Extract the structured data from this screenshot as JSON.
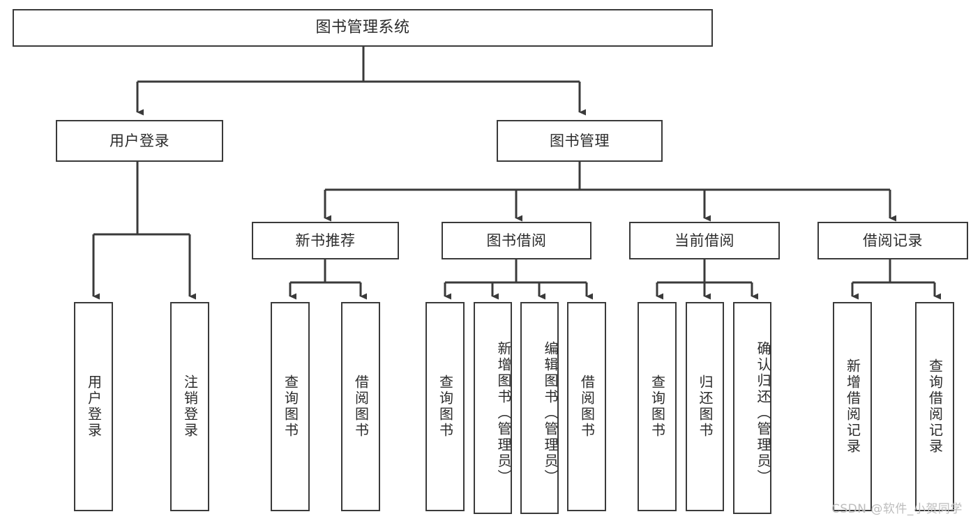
{
  "diagram": {
    "title": "图书管理系统",
    "type": "hierarchy-tree",
    "style": {
      "stroke": "#3a3a3a",
      "fill": "#ffffff",
      "text": "#2b2b2b",
      "watermark_color": "#bdbdbd"
    },
    "levels": {
      "root": "图书管理系统",
      "level1": [
        "用户登录",
        "图书管理"
      ],
      "level2": [
        "新书推荐",
        "图书借阅",
        "当前借阅",
        "借阅记录"
      ],
      "level3": [
        "用户登录",
        "注销登录",
        "查询图书",
        "借阅图书",
        "查询图书",
        "新增图书（管理员）",
        "编辑图书（管理员）",
        "借阅图书",
        "查询图书",
        "归还图书",
        "确认归还（管理员）",
        "新增借阅记录",
        "查询借阅记录"
      ]
    },
    "nodes": {
      "root": {
        "label": "图书管理系统"
      },
      "user_login": {
        "label": "用户登录"
      },
      "book_mgmt": {
        "label": "图书管理"
      },
      "new_book_rec": {
        "label": "新书推荐"
      },
      "book_borrow": {
        "label": "图书借阅"
      },
      "current_borrow": {
        "label": "当前借阅"
      },
      "borrow_record": {
        "label": "借阅记录"
      },
      "leaf_user_login": {
        "label": "用户登录"
      },
      "leaf_logout": {
        "label": "注销登录"
      },
      "leaf_query_book_1": {
        "label": "查询图书"
      },
      "leaf_borrow_book_1": {
        "label": "借阅图书"
      },
      "leaf_query_book_2": {
        "label": "查询图书"
      },
      "leaf_add_book": {
        "label": "新增图书（管理员）"
      },
      "leaf_edit_book": {
        "label": "编辑图书（管理员）"
      },
      "leaf_borrow_book_2": {
        "label": "借阅图书"
      },
      "leaf_query_book_3": {
        "label": "查询图书"
      },
      "leaf_return_book": {
        "label": "归还图书"
      },
      "leaf_confirm_return": {
        "label": "确认归还（管理员）"
      },
      "leaf_add_record": {
        "label": "新增借阅记录"
      },
      "leaf_query_record": {
        "label": "查询借阅记录"
      }
    },
    "edges": [
      {
        "from": "root",
        "to": "user_login"
      },
      {
        "from": "root",
        "to": "book_mgmt"
      },
      {
        "from": "user_login",
        "to": "leaf_user_login"
      },
      {
        "from": "user_login",
        "to": "leaf_logout"
      },
      {
        "from": "book_mgmt",
        "to": "new_book_rec"
      },
      {
        "from": "book_mgmt",
        "to": "book_borrow"
      },
      {
        "from": "book_mgmt",
        "to": "current_borrow"
      },
      {
        "from": "book_mgmt",
        "to": "borrow_record"
      },
      {
        "from": "new_book_rec",
        "to": "leaf_query_book_1"
      },
      {
        "from": "new_book_rec",
        "to": "leaf_borrow_book_1"
      },
      {
        "from": "book_borrow",
        "to": "leaf_query_book_2"
      },
      {
        "from": "book_borrow",
        "to": "leaf_add_book"
      },
      {
        "from": "book_borrow",
        "to": "leaf_edit_book"
      },
      {
        "from": "book_borrow",
        "to": "leaf_borrow_book_2"
      },
      {
        "from": "current_borrow",
        "to": "leaf_query_book_3"
      },
      {
        "from": "current_borrow",
        "to": "leaf_return_book"
      },
      {
        "from": "current_borrow",
        "to": "leaf_confirm_return"
      },
      {
        "from": "borrow_record",
        "to": "leaf_add_record"
      },
      {
        "from": "borrow_record",
        "to": "leaf_query_record"
      }
    ]
  },
  "watermark": {
    "text": "CSDN @软件_小贺同学"
  }
}
